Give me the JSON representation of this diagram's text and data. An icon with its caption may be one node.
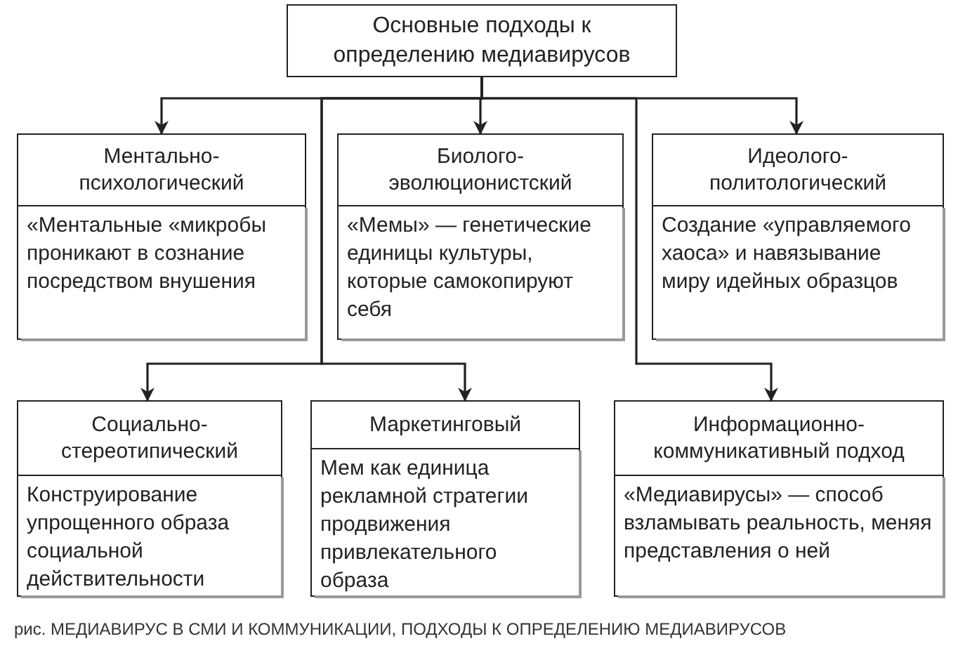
{
  "diagram": {
    "caption": "рис. МЕДИАВИРУС В СМИ И КОММУНИКАЦИИ, ПОДХОДЫ К ОПРЕДЕЛЕНИЮ МЕДИАВИРУСОВ",
    "nodes": [
      {
        "text": [
          "Основные подходы к определению медиавирусов"
        ]
      },
      {
        "text": [
          "Ментально-психологический",
          "«Ментальные «микробы проникают в сознание посредством внушения"
        ]
      },
      {
        "text": [
          "Биолого-эволюционистский",
          "«Мемы» — генетические единицы культуры, которые самокопируют себя"
        ]
      },
      {
        "text": [
          "Идеолого-политологический",
          "Создание «управляемого хаоса» и навязывание миру идейных образцов"
        ]
      },
      {
        "text": [
          "Социально-стереотипический",
          "Конструирование упрощенного образа социальной действительности"
        ]
      },
      {
        "text": [
          "Маркетинговый",
          "Мем как единица рекламной стратегии продвижения привлекательного образа"
        ]
      },
      {
        "text": [
          "Информационно-коммуникативный подход",
          "«Медиавирусы» — способ взламывать реальность, меняя представления о ней"
        ]
      }
    ],
    "edges": [
      {
        "from": 0,
        "to": 1,
        "arrow": "to"
      },
      {
        "from": 0,
        "to": 2,
        "arrow": "to"
      },
      {
        "from": 0,
        "to": 3,
        "arrow": "to"
      },
      {
        "from": 0,
        "to": 4,
        "arrow": "to"
      },
      {
        "from": 0,
        "to": 5,
        "arrow": "to"
      },
      {
        "from": 0,
        "to": 6,
        "arrow": "to"
      }
    ]
  }
}
